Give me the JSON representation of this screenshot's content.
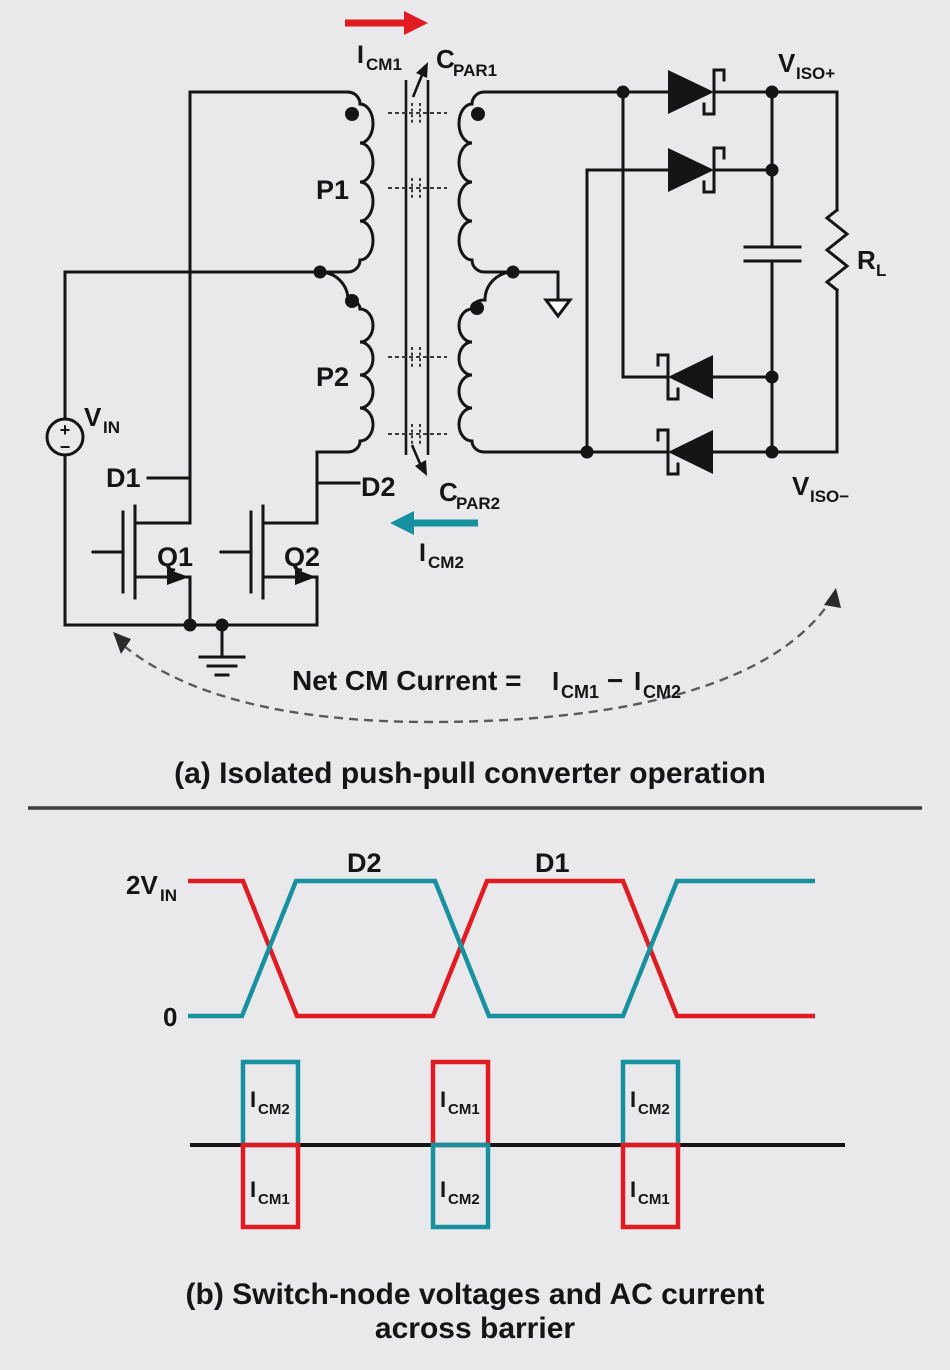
{
  "colors": {
    "red": "#e11b22",
    "teal": "#17919f",
    "ink": "#151515",
    "background": "#e9e9eb"
  },
  "panel_a": {
    "caption": "(a) Isolated push-pull converter operation",
    "source": {
      "label": {
        "main": "V",
        "sub": "IN"
      },
      "plus": "+",
      "minus": "−"
    },
    "primary_top": "P1",
    "primary_bottom": "P2",
    "fet_left": "Q1",
    "fet_right": "Q2",
    "node_left": "D1",
    "node_right": "D2",
    "cap_top": {
      "main": "C",
      "sub": "PAR1"
    },
    "cap_bottom": {
      "main": "C",
      "sub": "PAR2"
    },
    "cm_top": {
      "main": "I",
      "sub": "CM1"
    },
    "cm_bottom": {
      "main": "I",
      "sub": "CM2"
    },
    "out_pos": {
      "main": "V",
      "sub": "ISO+"
    },
    "out_neg": {
      "main": "V",
      "sub": "ISO−"
    },
    "load": {
      "main": "R",
      "sub": "L"
    },
    "equation": {
      "prefix": "Net CM Current =",
      "term1": {
        "main": "I",
        "sub": "CM1"
      },
      "operator": "−",
      "term2": {
        "main": "I",
        "sub": "CM2"
      }
    }
  },
  "panel_b": {
    "caption_line1": "(b) Switch-node voltages and AC current",
    "caption_line2": "across barrier",
    "level_top": {
      "main": "2V",
      "sub": "IN"
    },
    "level_zero": "0",
    "wave_teal_label": "D2",
    "wave_red_label": "D1",
    "pulses": [
      {
        "above": {
          "main": "I",
          "sub": "CM2"
        },
        "below": {
          "main": "I",
          "sub": "CM1"
        }
      },
      {
        "above": {
          "main": "I",
          "sub": "CM1"
        },
        "below": {
          "main": "I",
          "sub": "CM2"
        }
      },
      {
        "above": {
          "main": "I",
          "sub": "CM2"
        },
        "below": {
          "main": "I",
          "sub": "CM1"
        }
      }
    ]
  }
}
